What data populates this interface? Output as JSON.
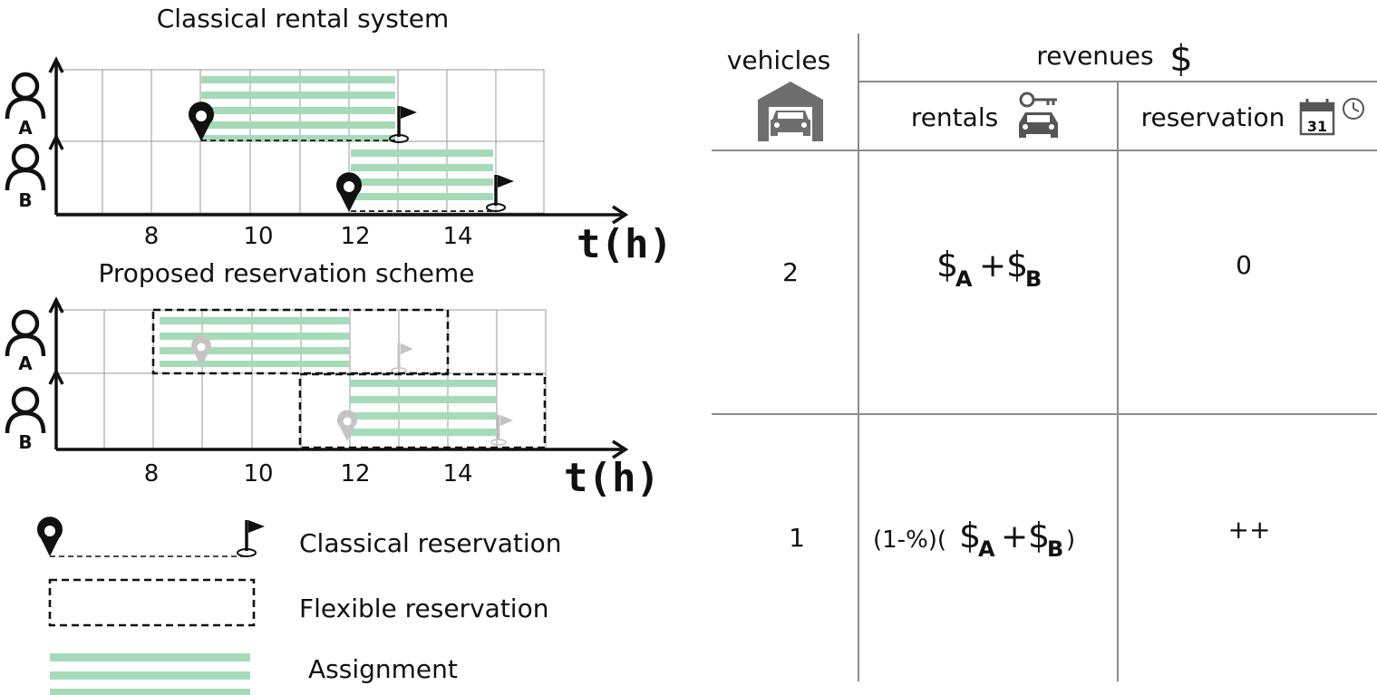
{
  "top_panel": {
    "title": "Classical rental system",
    "users": [
      "A",
      "B"
    ],
    "x_ticks": [
      "8",
      "10",
      "12",
      "14"
    ],
    "axis_label": "t(h)"
  },
  "bottom_panel": {
    "title": "Proposed reservation scheme",
    "users": [
      "A",
      "B"
    ],
    "x_ticks": [
      "8",
      "10",
      "12",
      "14"
    ],
    "axis_label": "t(h)"
  },
  "legend": {
    "classical": "Classical reservation",
    "flexible": "Flexible reservation",
    "assignment": "Assignment"
  },
  "table": {
    "vehicles_header": "vehicles",
    "revenues_header": "revenues",
    "rentals_header": "rentals",
    "reservation_header": "reservation",
    "calendar_day": "31",
    "rows": [
      {
        "vehicles": "2",
        "rentals_prefix": "",
        "reservation": "0"
      },
      {
        "vehicles": "1",
        "rentals_prefix": "(1-%)(",
        "rentals_suffix": ")",
        "reservation": "++"
      }
    ],
    "dollar": "$",
    "sub_a": "A",
    "sub_b": "B",
    "plus": "+"
  },
  "colors": {
    "assignment": "#a5dbb8",
    "grid": "#999999",
    "ghost": "#c4c4c4",
    "table_line": "#8c8c8c",
    "icon_gray": "#6e6e6e"
  }
}
